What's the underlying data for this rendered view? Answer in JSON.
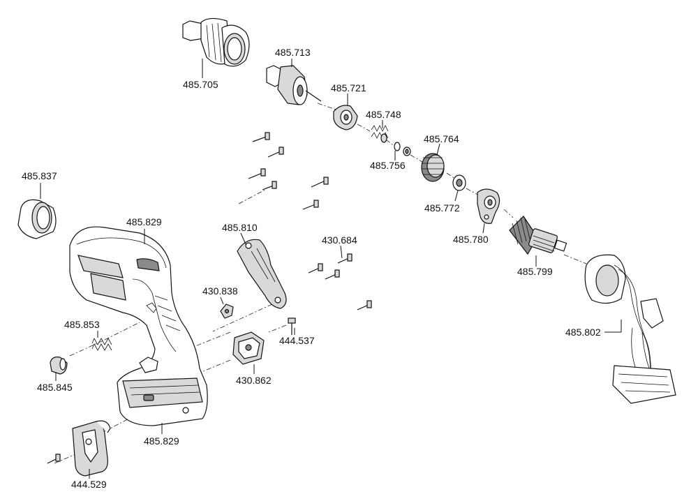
{
  "diagram": {
    "parts": [
      {
        "key": "p485_705",
        "label": "485.705",
        "icon": "drill-chuck-icon"
      },
      {
        "key": "p485_713",
        "label": "485.713",
        "icon": "spindle-icon"
      },
      {
        "key": "p485_721",
        "label": "485.721",
        "icon": "clutch-cam-icon"
      },
      {
        "key": "p485_748",
        "label": "485.748",
        "icon": "spring-icon"
      },
      {
        "key": "p485_756",
        "label": "485.756",
        "icon": "washer-icon"
      },
      {
        "key": "p485_764",
        "label": "485.764",
        "icon": "gear-icon"
      },
      {
        "key": "p485_772",
        "label": "485.772",
        "icon": "bearing-icon"
      },
      {
        "key": "p485_780",
        "label": "485.780",
        "icon": "bracket-icon"
      },
      {
        "key": "p485_799",
        "label": "485.799",
        "icon": "armature-icon"
      },
      {
        "key": "p485_802",
        "label": "485.802",
        "icon": "switch-module-icon"
      },
      {
        "key": "p485_837",
        "label": "485.837",
        "icon": "ring-icon"
      },
      {
        "key": "p485_829_top",
        "label": "485.829",
        "icon": "housing-icon"
      },
      {
        "key": "p485_829_bottom",
        "label": "485.829",
        "icon": "housing-icon"
      },
      {
        "key": "p485_810",
        "label": "485.810",
        "icon": "lever-icon"
      },
      {
        "key": "p430_684",
        "label": "430.684",
        "icon": "screw-icon"
      },
      {
        "key": "p430_838",
        "label": "430.838",
        "icon": "nut-icon"
      },
      {
        "key": "p444_537",
        "label": "444.537",
        "icon": "screw-icon"
      },
      {
        "key": "p430_862",
        "label": "430.862",
        "icon": "terminal-block-icon"
      },
      {
        "key": "p485_853",
        "label": "485.853",
        "icon": "spring-icon"
      },
      {
        "key": "p485_845",
        "label": "485.845",
        "icon": "button-cap-icon"
      },
      {
        "key": "p444_529",
        "label": "444.529",
        "icon": "belt-clip-icon"
      }
    ],
    "labels": {
      "p485_705": "485.705",
      "p485_713": "485.713",
      "p485_721": "485.721",
      "p485_748": "485.748",
      "p485_756": "485.756",
      "p485_764": "485.764",
      "p485_772": "485.772",
      "p485_780": "485.780",
      "p485_799": "485.799",
      "p485_802": "485.802",
      "p485_837": "485.837",
      "p485_829_top": "485.829",
      "p485_829_bottom": "485.829",
      "p485_810": "485.810",
      "p430_684": "430.684",
      "p430_838": "430.838",
      "p444_537": "444.537",
      "p430_862": "430.862",
      "p485_853": "485.853",
      "p485_845": "485.845",
      "p444_529": "444.529"
    }
  }
}
